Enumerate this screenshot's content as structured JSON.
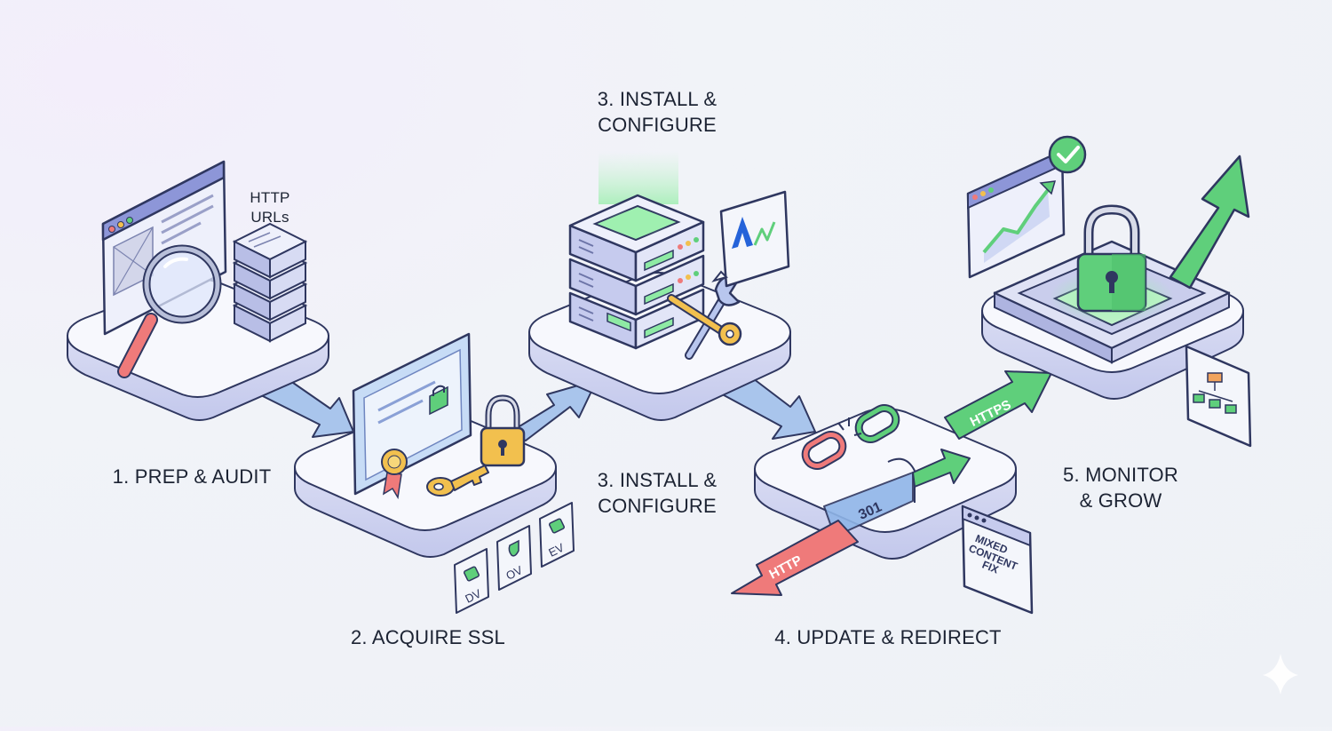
{
  "steps": {
    "s1": {
      "label": "1. PREP & AUDIT"
    },
    "s2": {
      "label": "2. ACQUIRE SSL"
    },
    "s3top": {
      "line1": "3. INSTALL &",
      "line2": "CONFIGURE"
    },
    "s3mid": {
      "line1": "3. INSTALL &",
      "line2": "CONFIGURE"
    },
    "s4": {
      "label": "4. UPDATE & REDIRECT"
    },
    "s5": {
      "line1": "5. MONITOR",
      "line2": "& GROW"
    }
  },
  "annotations": {
    "http_urls": {
      "line1": "HTTP",
      "line2": "URLs"
    },
    "cert_types": [
      "DV",
      "OV",
      "EV"
    ],
    "redirect_code": "301",
    "http_arrow": "HTTP",
    "https_arrow": "HTTPS",
    "mixed_content": [
      "MIXED",
      "CONTENT",
      "FIX"
    ]
  },
  "colors": {
    "platform_top": "#f7f8fd",
    "platform_side": "#cfd3ef",
    "outline": "#2f3760",
    "arrow_blue": "#a9c5ec",
    "green": "#5fcf7b",
    "red": "#ef7a7a",
    "gold": "#f2c04e"
  }
}
